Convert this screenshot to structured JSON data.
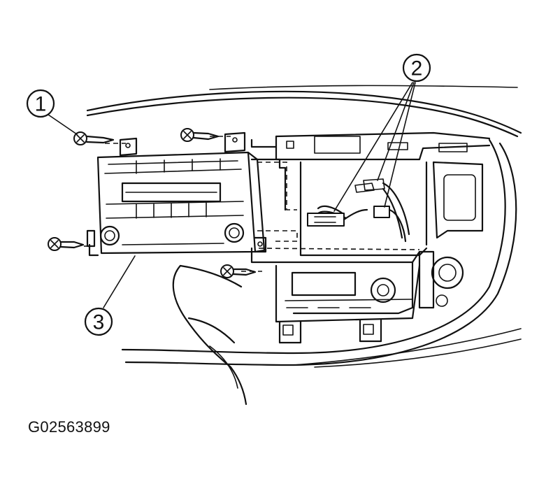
{
  "callouts": [
    {
      "id": "1",
      "label": "1"
    },
    {
      "id": "2",
      "label": "2"
    },
    {
      "id": "3",
      "label": "3"
    }
  ],
  "figure_code": "G02563899",
  "colors": {
    "ink": "#111111",
    "background": "#ffffff"
  }
}
